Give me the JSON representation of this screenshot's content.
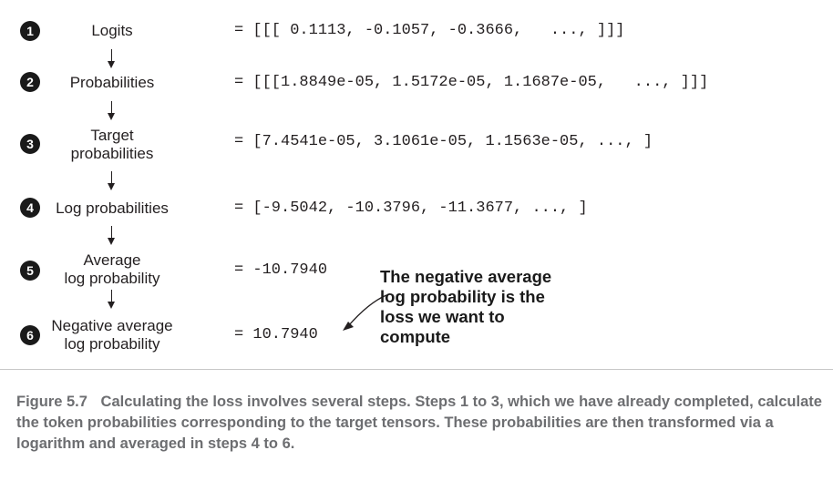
{
  "steps": [
    {
      "num": "1",
      "label": "Logits",
      "value": "= [[[ 0.1113, -0.1057, -0.3666,   ..., ]]]"
    },
    {
      "num": "2",
      "label": "Probabilities",
      "value": "= [[[1.8849e-05, 1.5172e-05, 1.1687e-05,   ..., ]]]"
    },
    {
      "num": "3",
      "label_line1": "Target",
      "label_line2": "probabilities",
      "value": "= [7.4541e-05, 3.1061e-05, 1.1563e-05, ..., ]"
    },
    {
      "num": "4",
      "label": "Log probabilities",
      "value": "= [-9.5042, -10.3796, -11.3677, ..., ]"
    },
    {
      "num": "5",
      "label_line1": "Average",
      "label_line2": "log probability",
      "value": "= -10.7940"
    },
    {
      "num": "6",
      "label_line1": "Negative average",
      "label_line2": "log probability",
      "value": "= 10.7940"
    }
  ],
  "annotation": {
    "line1": "The negative average",
    "line2": "log probability is the",
    "line3": "loss we want to",
    "line4": "compute"
  },
  "caption": {
    "figure_label": "Figure 5.7",
    "text": "Calculating the loss involves several steps. Steps 1 to 3, which we have already completed, calculate the token probabilities corresponding to the target tensors. These probabilities are then transformed via a logarithm and averaged in steps 4 to 6."
  }
}
